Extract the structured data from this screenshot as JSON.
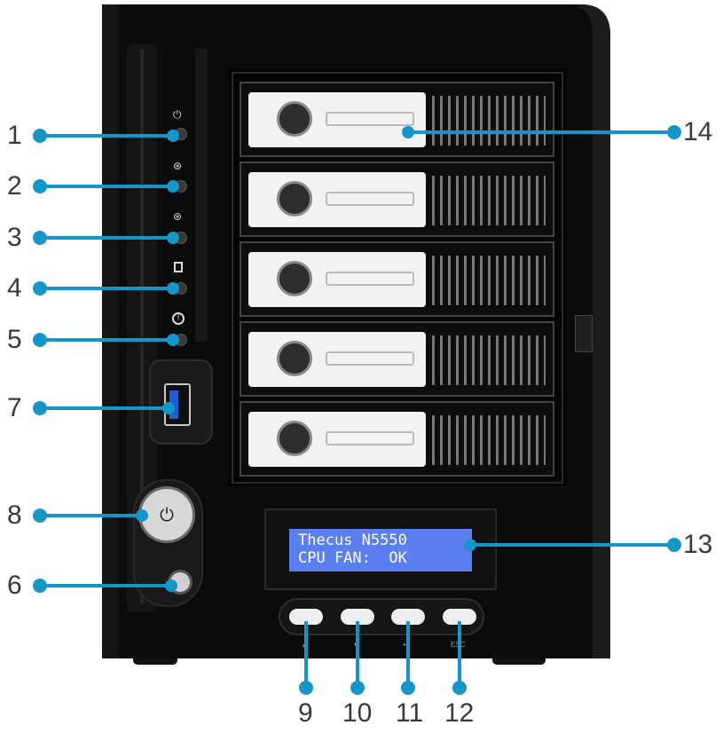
{
  "device": {
    "lcd": {
      "line1": "Thecus N5550",
      "line2": "CPU FAN:  OK"
    },
    "lcd_button_icons": [
      "up-arrow-icon",
      "down-arrow-icon",
      "enter-icon",
      "esc"
    ],
    "lcd_button_labels": {
      "esc": "ESC"
    },
    "drive_bays": 5,
    "colors": {
      "chassis": "#0b0b0b",
      "bezel": "#1a1a1a",
      "tray_face": "#f2f2f2",
      "lcd": "#5b7ef0",
      "callout": "#1596c9"
    }
  },
  "callouts": [
    "1",
    "2",
    "3",
    "4",
    "5",
    "7",
    "8",
    "6",
    "14",
    "13",
    "9",
    "10",
    "11",
    "12"
  ]
}
